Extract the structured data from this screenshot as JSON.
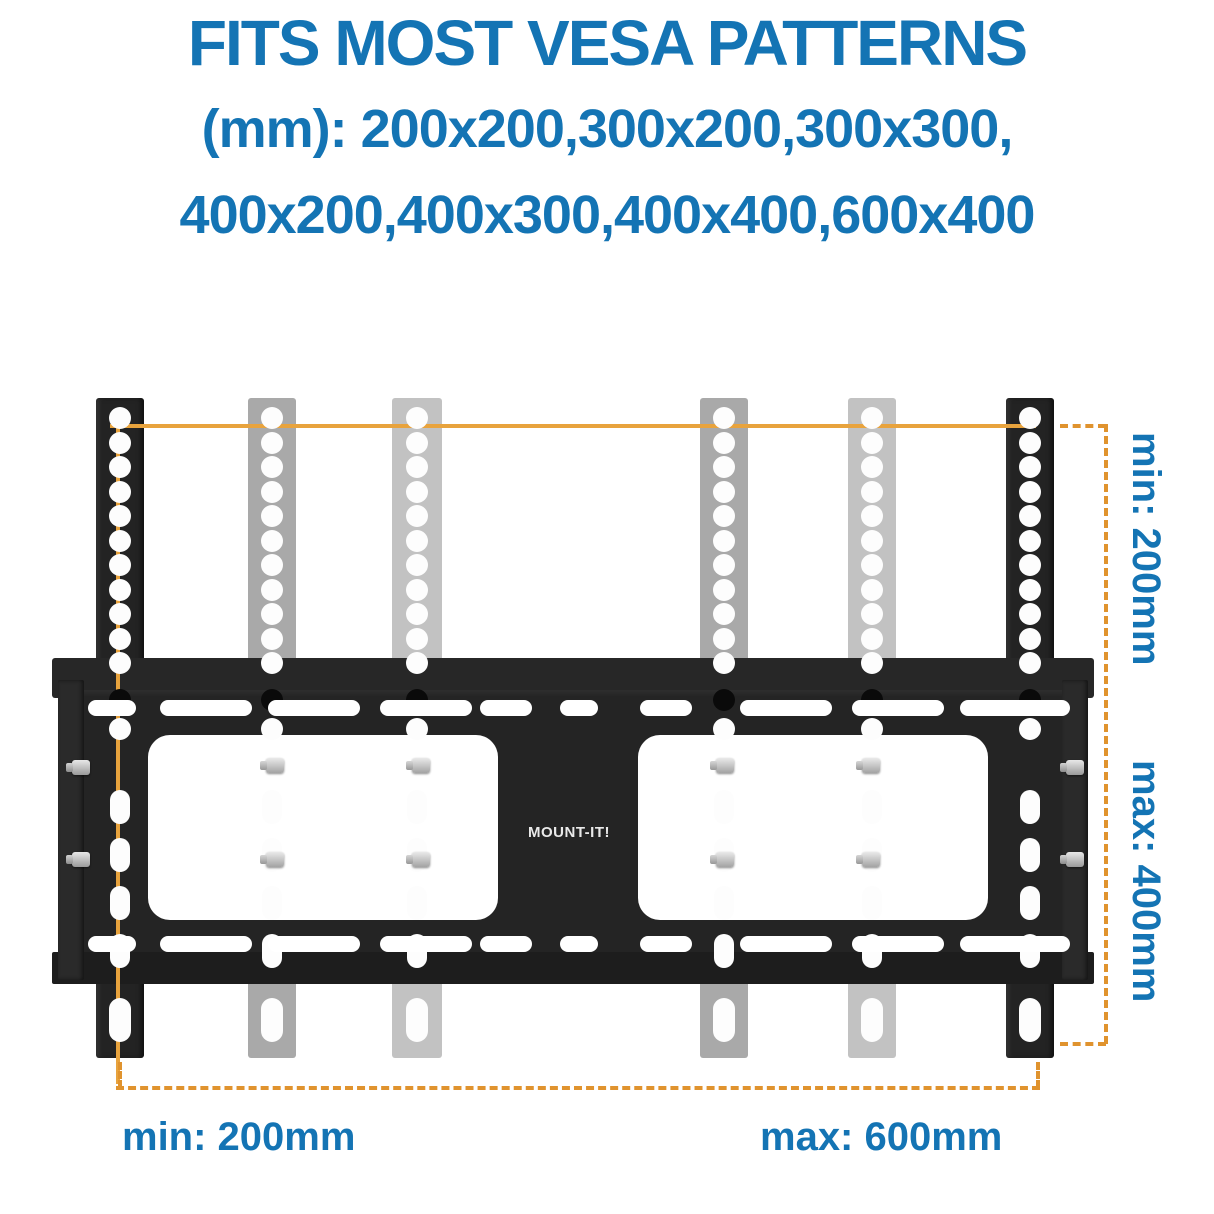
{
  "header": {
    "title": "FITS MOST VESA PATTERNS",
    "spec_line_1": "(mm): 200x200,300x200,300x300,",
    "spec_line_2": "400x200,400x300,400x400,600x400"
  },
  "product": {
    "brand_logo": "MOUNT-IT!",
    "type": "tv-wall-mount-bracket",
    "arm_count": 6
  },
  "dimensions": {
    "vertical_min": "min: 200mm",
    "vertical_max": "max: 400mm",
    "horizontal_min": "min: 200mm",
    "horizontal_max": "max: 600mm"
  },
  "colors": {
    "accent_blue": "#1474b4",
    "dimension_orange": "#e0932e",
    "bracket_black": "#242424",
    "ghost_gray": "#a9a9a9",
    "background": "#ffffff"
  },
  "vesa_patterns": [
    "200x200",
    "300x200",
    "300x300",
    "400x200",
    "400x300",
    "400x400",
    "600x400"
  ]
}
